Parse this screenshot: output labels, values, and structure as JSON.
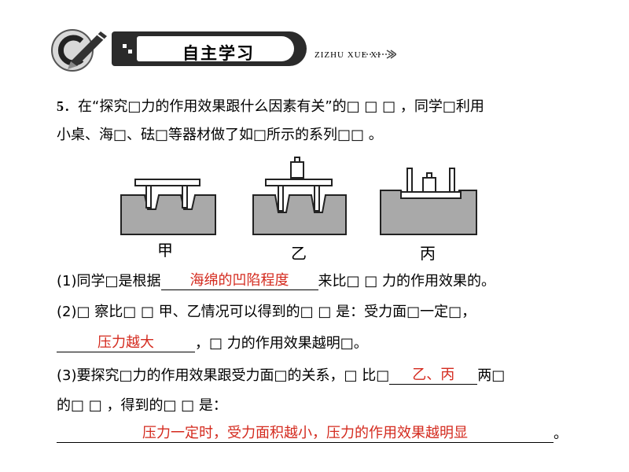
{
  "header": {
    "title": "自主学习",
    "pinyin": "ZIZHU XUE XI"
  },
  "question": {
    "number": "5",
    "sep": "．",
    "stem_line1": "在“探究□力的作用效果跟什么因素有关”的□ □ □ ，同学□利用",
    "stem_line2": "小桌、海□、砝□等器材做了如□所示的系列□□ 。",
    "figure_labels": [
      "甲",
      "乙",
      "丙"
    ],
    "sub1": {
      "prefix": "(1)同学□是根据",
      "answer": "海绵的凹陷程度",
      "suffix": "来比□ □ 力的作用效果的。"
    },
    "sub2": {
      "line1": "(2)□ 察比□ □ 甲、乙情况可以得到的□ □ 是：受力面□一定□，",
      "answer": "压力越大",
      "suffix": "，□ 力的作用效果越明□。"
    },
    "sub3": {
      "line1_prefix": "(3)要探究□力的作用效果跟受力面□的关系，□ 比□",
      "answer1": "乙、丙",
      "line1_suffix": "两□",
      "line2": "的□ □ ，得到的□ □ 是：",
      "answer2": "压力一定时，受力面积越小，压力的作用效果越明显",
      "end": "。"
    }
  },
  "colors": {
    "answer": "#d42a1e",
    "banner": "#2b2b2b"
  }
}
